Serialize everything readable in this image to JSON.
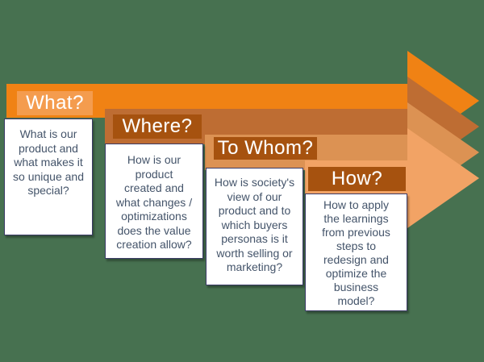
{
  "background_color": "#477150",
  "text_color": "#44546A",
  "box_border_color": "#3B3B66",
  "header_text_color": "#FFFFFF",
  "steps": [
    {
      "id": "what",
      "label": "What?",
      "arrow_color": "#F08214",
      "tab_color": "#F49C4E",
      "description": "What is our\nproduct and\nwhat makes it\nso unique and\nspecial?"
    },
    {
      "id": "where",
      "label": "Where?",
      "arrow_color": "#BE6D33",
      "tab_color": "#A6520F",
      "description": "How is our\nproduct\ncreated and\nwhat changes /\noptimizations\ndoes the value\ncreation allow?"
    },
    {
      "id": "to-whom",
      "label": "To Whom?",
      "arrow_color": "#DC9253",
      "tab_color": "#A6520F",
      "description": "How is society's\nview of our\nproduct and to\nwhich buyers\npersonas is it\nworth selling or\nmarketing?"
    },
    {
      "id": "how",
      "label": "How?",
      "arrow_color": "#F2A365",
      "tab_color": "#A6520F",
      "description": "How to apply\nthe learnings\nfrom previous\nsteps to\nredesign and\noptimize the\nbusiness\nmodel?"
    }
  ]
}
